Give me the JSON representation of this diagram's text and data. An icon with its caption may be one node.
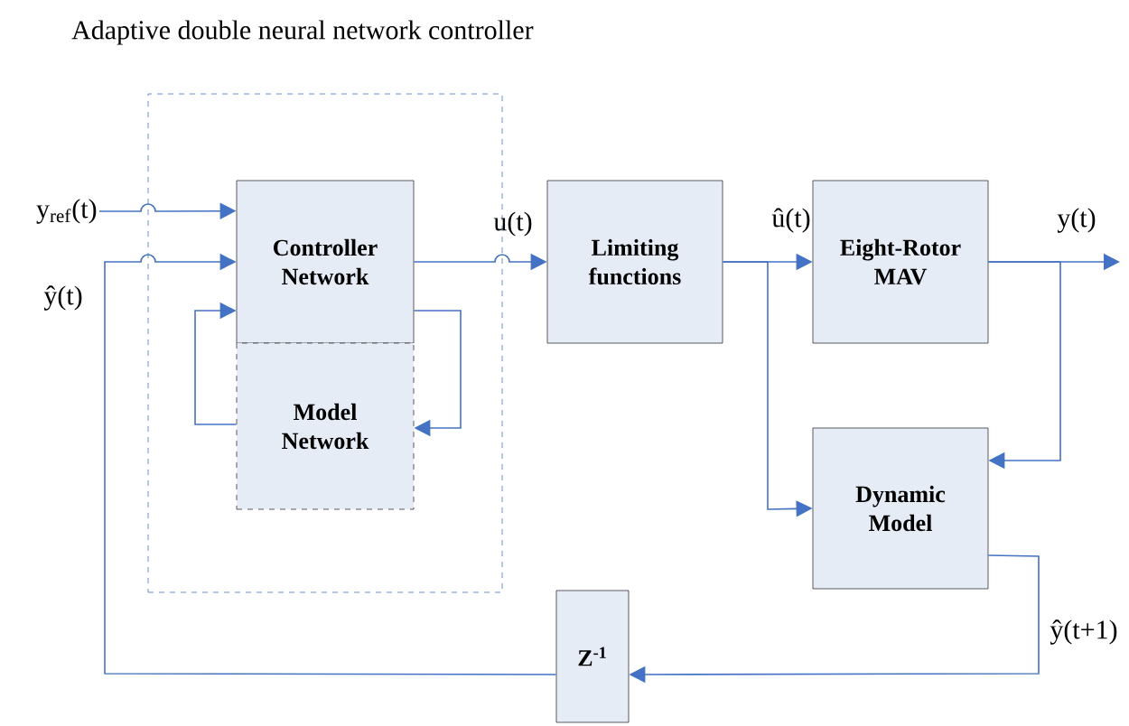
{
  "diagram": {
    "nodes": [
      {
        "text": [
          "Adaptive double neural network controller"
        ]
      },
      {
        "text": [
          "Controller Network"
        ],
        "in": 0
      },
      {
        "text": [
          "Model Network"
        ],
        "in": 0
      },
      {
        "text": [
          "Limiting functions"
        ]
      },
      {
        "text": [
          "Eight-Rotor MAV"
        ]
      },
      {
        "text": [
          "Dynamic Model"
        ]
      },
      {
        "text": [
          "Z$^{-1}$"
        ]
      },
      {
        "text": [
          "y$_{ref}$(t)"
        ]
      }
    ],
    "edges": [
      {
        "from": 7,
        "to": 1,
        "arrow": "to"
      },
      {
        "from": 6,
        "to": 1,
        "arrow": "to",
        "label": "ŷ(t)"
      },
      {
        "from": 1,
        "to": 2,
        "arrow": "to"
      },
      {
        "from": 2,
        "to": 1,
        "arrow": "to"
      },
      {
        "from": 1,
        "to": 3,
        "arrow": "to",
        "label": "u(t)"
      },
      {
        "from": 3,
        "to": 4,
        "arrow": "to",
        "label": "û(t)"
      },
      {
        "from": 3,
        "to": 5,
        "arrow": "to"
      },
      {
        "from": 4,
        "to": null,
        "arrow": "to",
        "label": "y(t)"
      },
      {
        "from": 4,
        "to": 5,
        "arrow": "to"
      },
      {
        "from": 5,
        "to": 6,
        "arrow": "to",
        "label": "ŷ(t+1)"
      }
    ]
  }
}
